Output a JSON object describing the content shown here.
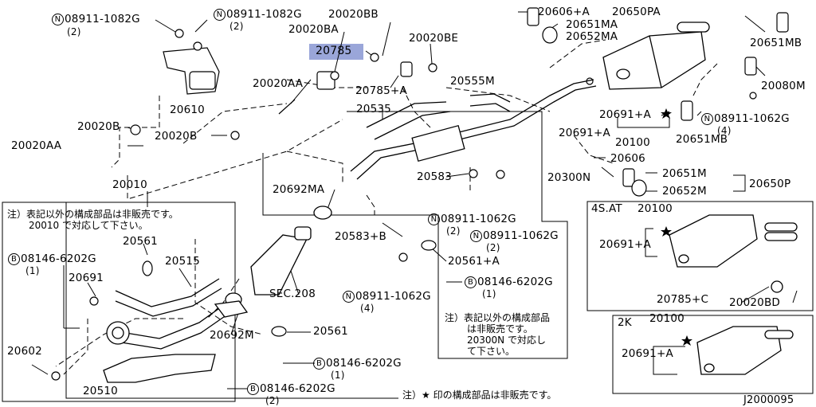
{
  "diagram_id": "J2000095",
  "highlight_part": "20785",
  "labels": {
    "n08911_1082g_left": "08911-1082G",
    "n08911_1082g_left_qty": "(2)",
    "n08911_1082g_mid": "08911-1082G",
    "n08911_1082g_mid_qty": "(2)",
    "p20020bb": "20020BB",
    "p20020ba": "20020BA",
    "p20785": "20785",
    "p20020be": "20020BE",
    "p20606a": "20606+A",
    "p20650pa": "20650PA",
    "p20651ma": "20651MA",
    "p20652ma": "20652MA",
    "p20651mb_top": "20651MB",
    "p20080m": "20080M",
    "p20610": "20610",
    "p20020aa": "20020AA",
    "p20785a": "20785+A",
    "p20555m": "20555M",
    "p20535": "20535",
    "p20020b_1": "20020B",
    "p20020b_2": "20020B",
    "p20020aa_2": "20020AA",
    "p20691a_1": "20691+A",
    "p20691a_2": "20691+A",
    "p20100": "20100",
    "p20651mb_mid": "20651MB",
    "n08911_1062g_right": "08911-1062G",
    "n08911_1062g_right_qty": "(4)",
    "p20606": "20606",
    "p20300n": "20300N",
    "p20651m": "20651M",
    "p20652m": "20652M",
    "p20650p": "20650P",
    "p20583": "20583",
    "p20010": "20010",
    "p20692ma": "20692MA",
    "n08911_1062g_c1": "08911-1062G",
    "n08911_1062g_c1_qty": "(2)",
    "n08911_1062g_c2": "08911-1062G",
    "n08911_1062g_c2_qty": "(2)",
    "p20583b": "20583+B",
    "p20561": "20561",
    "b08146_6202g_1": "08146-6202G",
    "b08146_6202g_1_qty": "(1)",
    "p20515": "20515",
    "p20691": "20691",
    "p20561a": "20561+A",
    "b08146_6202g_2": "08146-6202G",
    "b08146_6202g_2_qty": "(1)",
    "sec208": "SEC.208",
    "n08911_1062g_bot": "08911-1062G",
    "n08911_1062g_bot_qty": "(4)",
    "p20692m": "20692M",
    "p20561_2": "20561",
    "p20602": "20602",
    "b08146_6202g_3": "08146-6202G",
    "b08146_6202g_3_qty": "(1)",
    "p20510": "20510",
    "b08146_6202g_4": "08146-6202G",
    "b08146_6202g_4_qty": "(2)",
    "inset1_title": "4S.AT",
    "inset1_20100": "20100",
    "inset1_20691a": "20691+A",
    "inset1_20785c": "20785+C",
    "inset1_20020bd": "20020BD",
    "inset2_title": "2K",
    "inset2_20100": "20100",
    "inset2_20691a": "20691+A",
    "n_symbol": "N",
    "b_symbol": "B"
  },
  "notes": {
    "note_left_1": "注）表記以外の構成部品は非販売です。",
    "note_left_2": "20010 で対応して下さい。",
    "note_mid_1": "注）表記以外の構成部品",
    "note_mid_2": "は非販売です。",
    "note_mid_3": "20300N で対応し",
    "note_mid_4": "て下さい。",
    "note_bottom": "注）★ 印の構成部品は非販売です。"
  }
}
